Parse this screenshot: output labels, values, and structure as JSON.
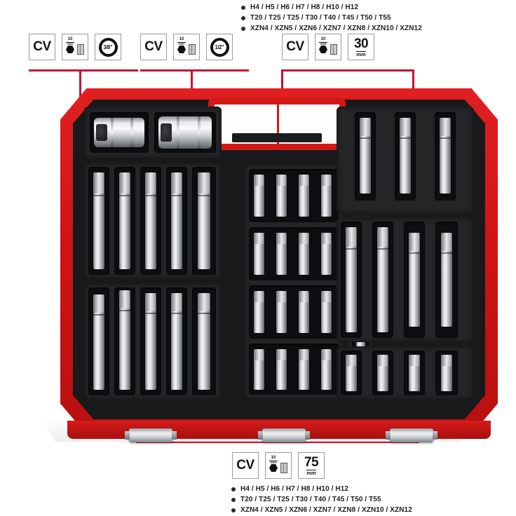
{
  "product": {
    "name": "bit-and-socket-set-case",
    "case_color": "#d31818",
    "tray_color": "#18191b",
    "accent_color": "#c8102e"
  },
  "spec_top": {
    "lines": [
      "H4 / H5 / H6 / H7 / H8 / H10 / H12",
      "T20 / T25 / T25 / T30 / T40 / T45 / T50 / T55",
      "XZN4 / XZN5 / XZN6 / XZN7 / XZN8 / XZN10 / XZN12"
    ]
  },
  "spec_bottom": {
    "lines": [
      "H4 / H5 / H6 / H7 / H8 / H10 / H12",
      "T20 / T25 / T25 / T30 / T40 / T45 / T50 / T55",
      "XZN4 / XZN5 / XZN6 / XZN7 / XZN8 / XZN10 / XZN12"
    ]
  },
  "badge_groups": [
    {
      "id": "group-socket-38",
      "badges": [
        {
          "type": "cv",
          "label": "CV"
        },
        {
          "type": "bit",
          "size": "10",
          "unit": "mm"
        },
        {
          "type": "drive",
          "fraction": "3/8\""
        }
      ]
    },
    {
      "id": "group-socket-12",
      "badges": [
        {
          "type": "cv",
          "label": "CV"
        },
        {
          "type": "bit",
          "size": "10",
          "unit": "mm"
        },
        {
          "type": "drive",
          "fraction": "1/2\""
        }
      ]
    },
    {
      "id": "group-bits-30",
      "badges": [
        {
          "type": "cv",
          "label": "CV"
        },
        {
          "type": "bit",
          "size": "10",
          "unit": "mm"
        },
        {
          "type": "size",
          "value": "30",
          "unit": "mm"
        }
      ]
    },
    {
      "id": "group-bits-75",
      "badges": [
        {
          "type": "cv",
          "label": "CV"
        },
        {
          "type": "bit",
          "size": "10",
          "unit": "mm"
        },
        {
          "type": "size",
          "value": "75",
          "unit": "mm"
        }
      ]
    }
  ]
}
